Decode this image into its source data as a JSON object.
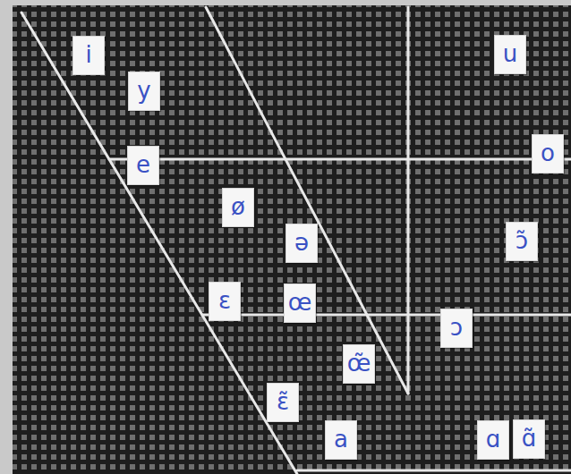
{
  "diagram": {
    "nodes": [
      {
        "text": [
          "i"
        ]
      },
      {
        "text": [
          "u"
        ]
      },
      {
        "text": [
          "y"
        ]
      },
      {
        "text": [
          "o"
        ]
      },
      {
        "text": [
          "e"
        ]
      },
      {
        "text": [
          "ø"
        ]
      },
      {
        "text": [
          "ə"
        ]
      },
      {
        "text": [
          "ɔ̃"
        ]
      },
      {
        "text": [
          "ɛ"
        ]
      },
      {
        "text": [
          "œ"
        ]
      },
      {
        "text": [
          "ɔ"
        ]
      },
      {
        "text": [
          "œ̃"
        ]
      },
      {
        "text": [
          "ɛ̃"
        ]
      },
      {
        "text": [
          "a"
        ]
      },
      {
        "text": [
          "ɑ"
        ]
      },
      {
        "text": [
          "ɑ̃"
        ]
      }
    ]
  }
}
